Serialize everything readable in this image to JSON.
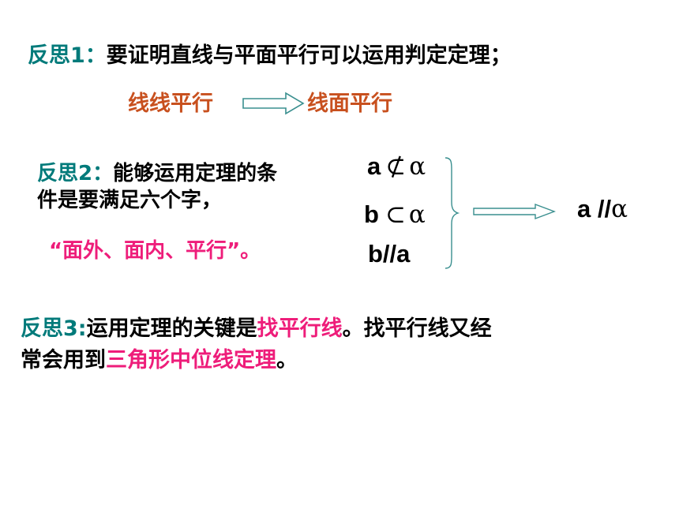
{
  "r1": {
    "label": "反思1：",
    "text": "要证明直线与平面平行可以运用判定定理；",
    "from": "线线平行",
    "to": "线面平行"
  },
  "r2": {
    "label": "反思2：",
    "text1": "能够运用定理的条",
    "text2": "件是要满足六个字，",
    "quote": "“面外、面内、平行”。",
    "cond1_var": "a",
    "cond1_sym": "⊄",
    "cond1_plane": "α",
    "cond2_var": "b",
    "cond2_sym": "⊂",
    "cond2_plane": "α",
    "cond3": "b//a",
    "result_var": "a //",
    "result_plane": "α"
  },
  "r3": {
    "label": "反思3:",
    "text1": "运用定理的关键是",
    "hl1": "找平行线",
    "text2": "。找平行线又经",
    "text3": "常会用到",
    "hl2": "三角形中位线定理",
    "end": "。"
  },
  "colors": {
    "teal": "#007a7a",
    "orange": "#c8501e",
    "pink": "#ee1d7a",
    "arrow": "#3a8f8f"
  }
}
